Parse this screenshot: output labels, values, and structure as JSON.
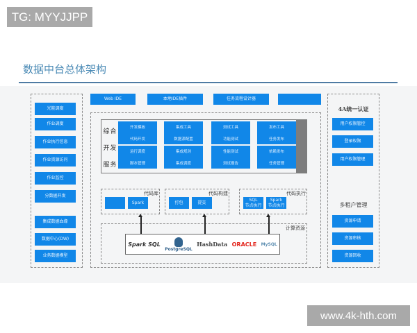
{
  "watermarks": {
    "top_left": "TG: MYYJJPP",
    "bottom_right": "www.4k-hth.com"
  },
  "title": "数据中台总体架构",
  "left_panel": {
    "items": [
      "光能调度",
      "作业调度",
      "作业执行信息",
      "作业资源访问",
      "作业监控",
      "分数据开发",
      "集成数据血缘",
      "数据中心(DW)",
      "业务数据模型"
    ]
  },
  "top_buttons": [
    "Web IDE",
    "本地IDE插件",
    "任务流程设计器",
    ""
  ],
  "dev_service": {
    "label_chars": [
      "综",
      "合",
      "开",
      "发",
      "服",
      "务"
    ],
    "cells": [
      [
        "开发模板",
        "代码开发"
      ],
      [
        "集成工具",
        "数据源配置"
      ],
      [
        "测试工具",
        "功能测试"
      ],
      [
        "发布工具",
        "任务发布"
      ],
      [
        "运行调度",
        "脚本管理"
      ],
      [
        "集成规则",
        "集成调度"
      ],
      [
        "性能测试",
        "测试报告"
      ],
      [
        "依赖发布",
        "任务管理"
      ]
    ]
  },
  "code_sections": [
    {
      "title": "代码库",
      "items": [
        "",
        "Spark"
      ]
    },
    {
      "title": "代码构建",
      "items": [
        "打包",
        "提交"
      ]
    },
    {
      "title": "代码执行",
      "items": [
        "SQL\n节点执行",
        "Spark\n节点执行"
      ]
    }
  ],
  "compute": {
    "title": "计算资源",
    "logos": [
      "Spark SQL",
      "PostgreSQL",
      "HashData",
      "ORACLE",
      "MySQL"
    ]
  },
  "right_panel": {
    "auth_title": "4A统一认证",
    "auth_items": [
      "用户权限管控",
      "登录权限",
      "用户权限管理"
    ],
    "tenant_title": "多租户管理",
    "tenant_items": [
      "资源申请",
      "资源审核",
      "资源回收"
    ]
  },
  "colors": {
    "accent": "#1187e8",
    "title": "#4a8ab5"
  }
}
